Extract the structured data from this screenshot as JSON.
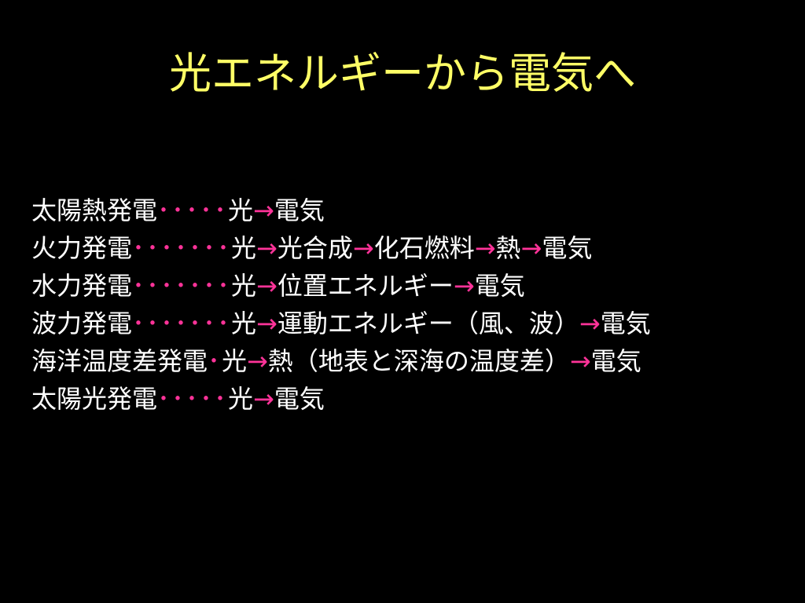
{
  "colors": {
    "background": "#000000",
    "title": "#ffff66",
    "text": "#ffffff",
    "accent": "#ff3399"
  },
  "slide": {
    "title": "光エネルギーから電気へ",
    "lines": [
      {
        "name": "太陽熱発電",
        "dots": "･････",
        "segments": [
          "光",
          "→",
          "電気"
        ]
      },
      {
        "name": "火力発電",
        "dots": "･･･････",
        "segments": [
          "光",
          "→",
          "光合成",
          "→",
          "化石燃料",
          "→",
          "熱",
          "→",
          "電気"
        ]
      },
      {
        "name": "水力発電",
        "dots": "･･･････",
        "segments": [
          "光",
          "→",
          "位置エネルギー",
          "→",
          "電気"
        ]
      },
      {
        "name": "波力発電",
        "dots": "･･･････",
        "segments": [
          "光",
          "→",
          "運動エネルギー（風、波）",
          "→",
          "電気"
        ]
      },
      {
        "name": "海洋温度差発電",
        "dots": "･",
        "segments": [
          "光",
          "→",
          "熱（地表と深海の温度差）",
          "→",
          "電気"
        ]
      },
      {
        "name": "太陽光発電",
        "dots": "･････",
        "segments": [
          "光",
          "→",
          "電気"
        ]
      }
    ]
  }
}
